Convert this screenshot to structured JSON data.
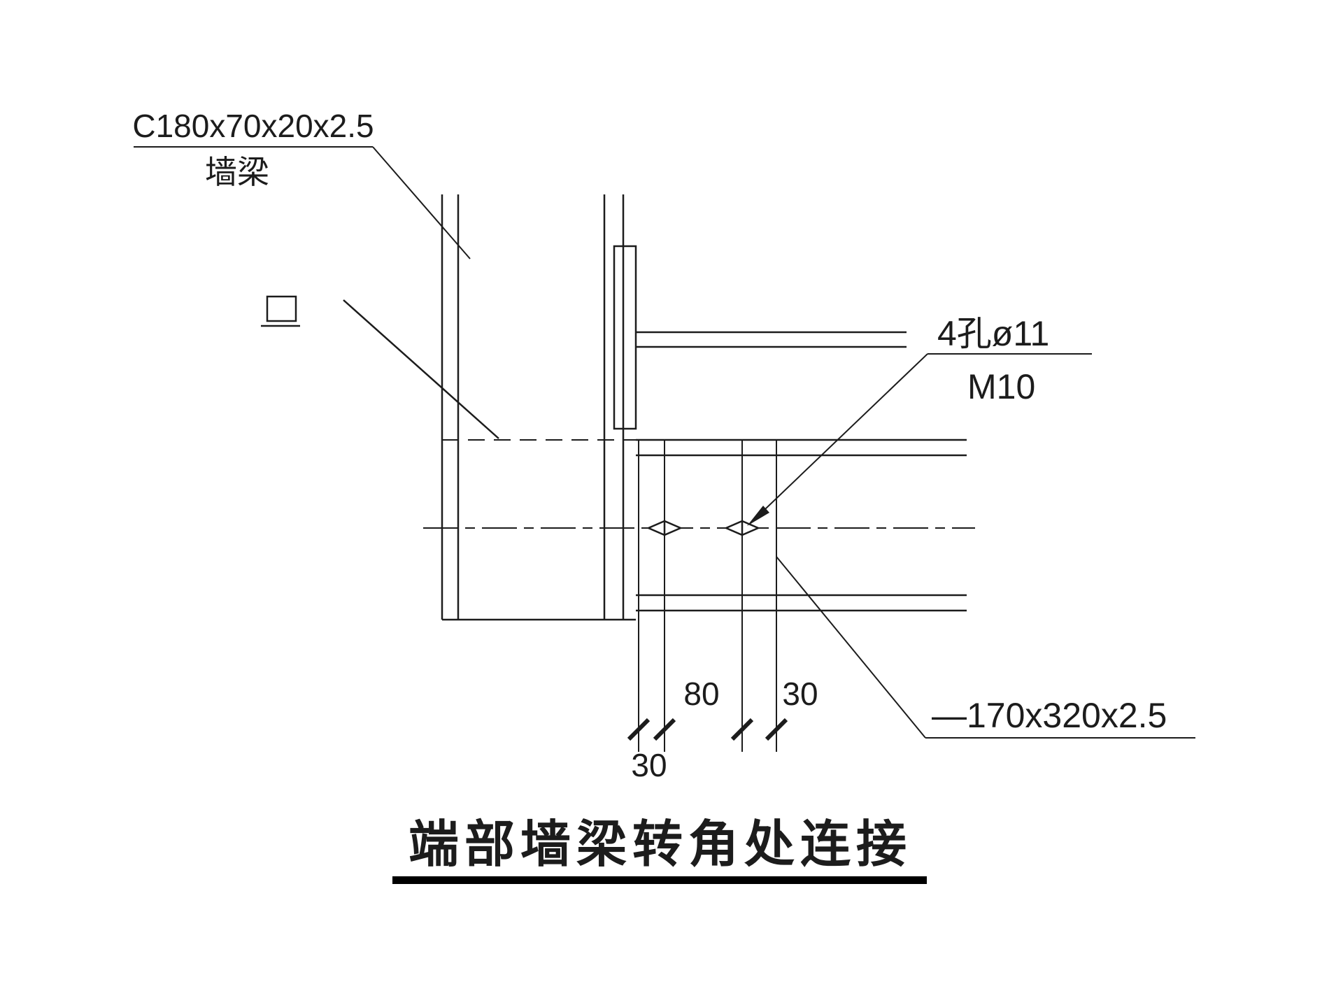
{
  "drawing": {
    "title": "端部墙梁转角处连接",
    "labels": {
      "beam_spec": "C180x70x20x2.5",
      "beam_name": "墙梁",
      "hole_spec": "4孔ø11",
      "bolt_spec": "M10",
      "plate_spec": "—170x320x2.5"
    },
    "dimensions": {
      "horizontal_80": "80",
      "horizontal_30": "30",
      "bottom_30": "30"
    },
    "colors": {
      "primary_line": "#1c1c1c",
      "secondary_text": "#9e9e9e"
    }
  }
}
